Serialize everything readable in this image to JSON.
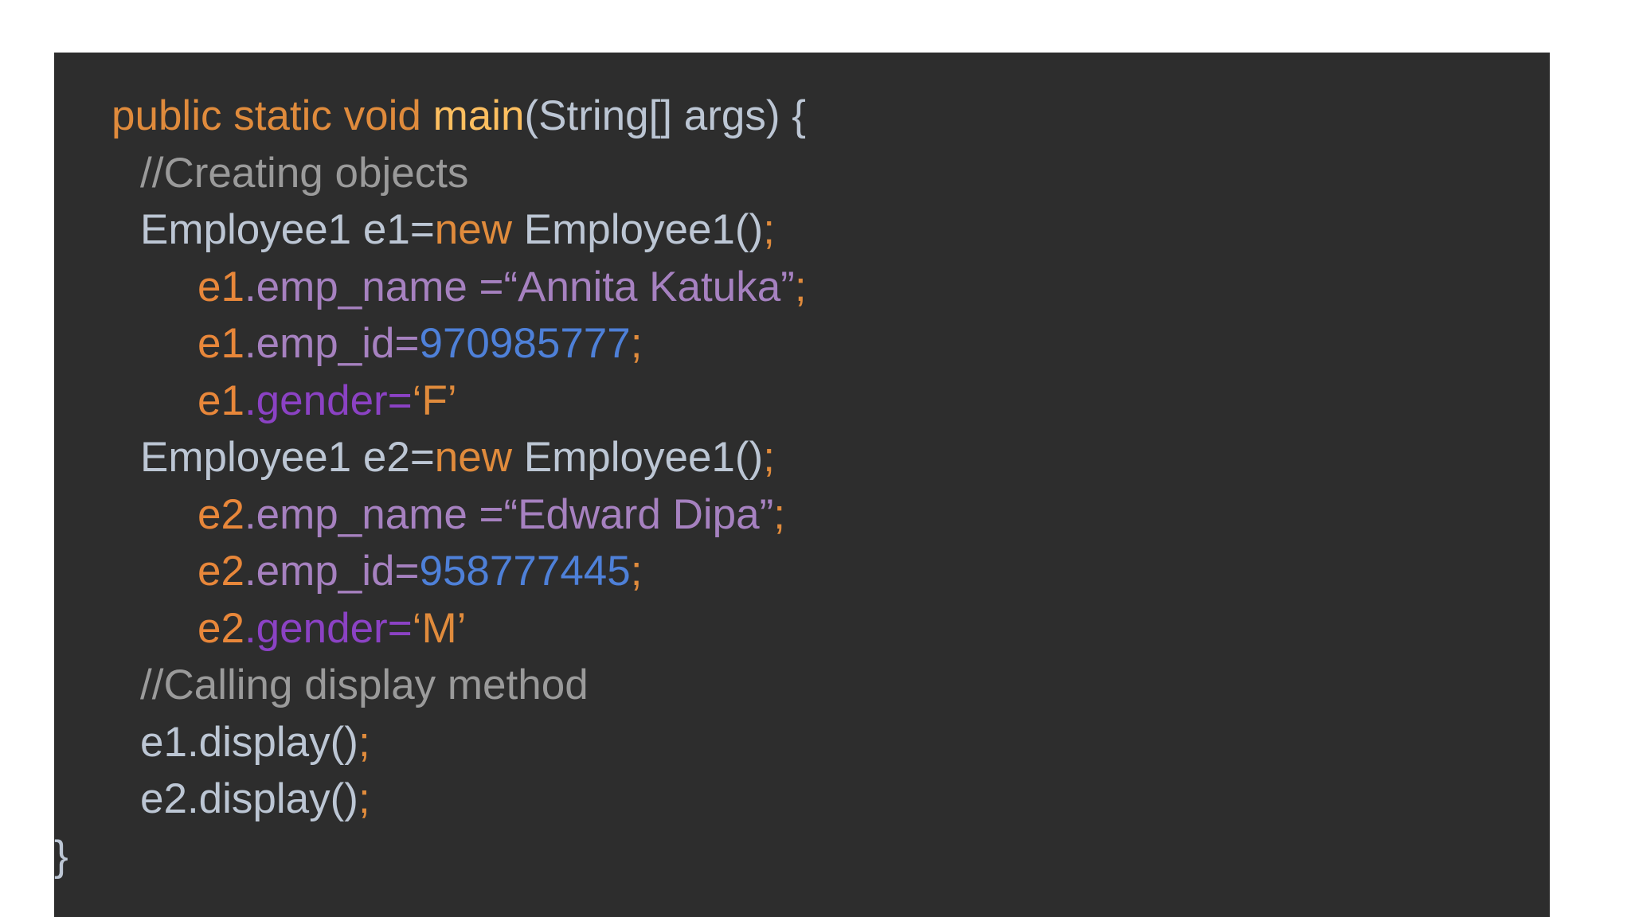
{
  "panel": {
    "background_color": "#2d2d2d",
    "page_background_color": "#ffffff"
  },
  "palette": {
    "keyword": "#E08B3C",
    "method": "#FDBF60",
    "plain": "#BCC6D4",
    "comment": "#9A9A9A",
    "field": "#A681C0",
    "field_alt": "#8B42C4",
    "number": "#4E80D8",
    "semicolon": "#E08B3C",
    "char_literal": "#E08B3C",
    "variable": "#E8873A"
  },
  "code": {
    "language": "java",
    "lines": [
      {
        "indent": 2,
        "tokens": [
          {
            "text": "public static void ",
            "type": "keyword"
          },
          {
            "text": "main",
            "type": "method"
          },
          {
            "text": "(String[] args) {",
            "type": "plain"
          }
        ]
      },
      {
        "indent": 3,
        "tokens": [
          {
            "text": "//Creating objects",
            "type": "comment"
          }
        ]
      },
      {
        "indent": 3,
        "tokens": [
          {
            "text": "Employee1 e1=",
            "type": "plain"
          },
          {
            "text": "new",
            "type": "keyword"
          },
          {
            "text": " Employee1()",
            "type": "plain"
          },
          {
            "text": ";",
            "type": "semicolon"
          }
        ]
      },
      {
        "indent": 5,
        "tokens": [
          {
            "text": "e1",
            "type": "variable"
          },
          {
            "text": ".emp_name =“Annita Katuka”",
            "type": "field"
          },
          {
            "text": ";",
            "type": "semicolon"
          }
        ]
      },
      {
        "indent": 5,
        "tokens": [
          {
            "text": "e1",
            "type": "variable"
          },
          {
            "text": ".emp_id=",
            "type": "field"
          },
          {
            "text": "970985777",
            "type": "number"
          },
          {
            "text": ";",
            "type": "semicolon"
          }
        ]
      },
      {
        "indent": 5,
        "tokens": [
          {
            "text": "e1",
            "type": "variable"
          },
          {
            "text": ".gender=",
            "type": "field_alt"
          },
          {
            "text": "‘F’",
            "type": "char_literal"
          }
        ]
      },
      {
        "indent": 3,
        "tokens": [
          {
            "text": "Employee1 e2=",
            "type": "plain"
          },
          {
            "text": "new",
            "type": "keyword"
          },
          {
            "text": " Employee1()",
            "type": "plain"
          },
          {
            "text": ";",
            "type": "semicolon"
          }
        ]
      },
      {
        "indent": 5,
        "tokens": [
          {
            "text": "e2",
            "type": "variable"
          },
          {
            "text": ".emp_name =“Edward Dipa”",
            "type": "field"
          },
          {
            "text": ";",
            "type": "semicolon"
          }
        ]
      },
      {
        "indent": 5,
        "tokens": [
          {
            "text": "e2",
            "type": "variable"
          },
          {
            "text": ".emp_id=",
            "type": "field"
          },
          {
            "text": "958777445",
            "type": "number"
          },
          {
            "text": ";",
            "type": "semicolon"
          }
        ]
      },
      {
        "indent": 5,
        "tokens": [
          {
            "text": "e2",
            "type": "variable"
          },
          {
            "text": ".gender=",
            "type": "field_alt"
          },
          {
            "text": "‘M’",
            "type": "char_literal"
          }
        ]
      },
      {
        "indent": 3,
        "tokens": [
          {
            "text": "//Calling display method",
            "type": "comment"
          }
        ]
      },
      {
        "indent": 3,
        "tokens": [
          {
            "text": "e1.display()",
            "type": "plain"
          },
          {
            "text": ";",
            "type": "semicolon"
          }
        ]
      },
      {
        "indent": 3,
        "tokens": [
          {
            "text": "e2.display()",
            "type": "plain"
          },
          {
            "text": ";",
            "type": "semicolon"
          }
        ]
      },
      {
        "indent": 0,
        "tokens": [
          {
            "text": "}",
            "type": "plain"
          }
        ]
      }
    ]
  }
}
